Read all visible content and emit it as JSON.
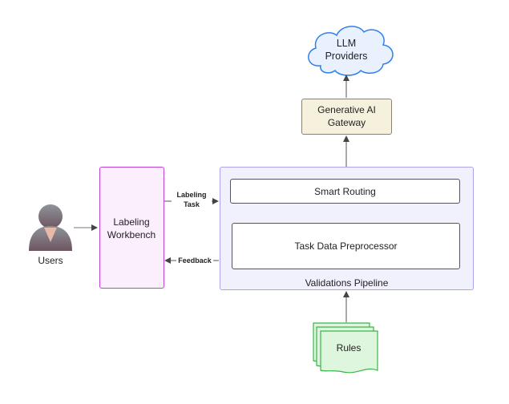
{
  "nodes": {
    "llm_providers": {
      "line1": "LLM",
      "line2": "Providers"
    },
    "gateway": {
      "line1": "Generative AI",
      "line2": "Gateway"
    },
    "users": {
      "label": "Users"
    },
    "workbench": {
      "line1": "Labeling",
      "line2": "Workbench"
    },
    "pipeline": {
      "label": "Validations Pipeline"
    },
    "smart_routing": {
      "label": "Smart Routing"
    },
    "preprocessor": {
      "label": "Task Data Preprocessor"
    },
    "rules": {
      "label": "Rules"
    }
  },
  "edges": {
    "labeling_task": {
      "line1": "Labeling",
      "line2": "Task"
    },
    "feedback": {
      "label": "Feedback"
    }
  },
  "colors": {
    "cloud_fill": "#e8f1fd",
    "cloud_stroke": "#2f80ed",
    "gateway_fill": "#f6f1dd",
    "gateway_stroke": "#8a8170",
    "workbench_fill": "#fbeffd",
    "workbench_stroke": "#c040d8",
    "pipeline_fill": "#f1f0fd",
    "pipeline_stroke": "#a9a4ee",
    "rules_fill": "#dff6de",
    "rules_stroke": "#3cb34a",
    "edge": "#555555"
  }
}
